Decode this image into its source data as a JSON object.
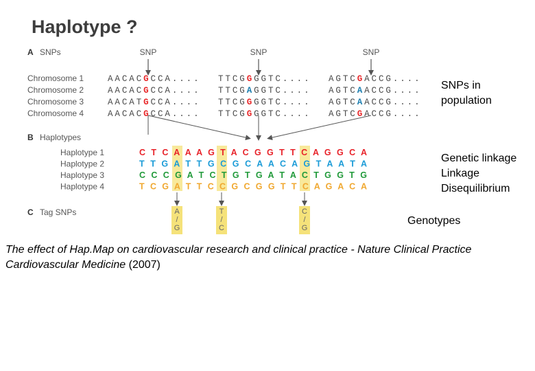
{
  "title": "Haplotype ?",
  "figure": {
    "sections": {
      "a_letter": "A",
      "a_label": "SNPs",
      "b_letter": "B",
      "b_label": "Haplotypes",
      "c_letter": "C",
      "c_label": "Tag SNPs"
    },
    "snp_label": "SNP",
    "chromosomes": [
      {
        "label": "Chromosome 1",
        "seg1": "AACACGCCA....",
        "seg2": "TTCGGGGTC....",
        "seg3": "AGTCGACCG...."
      },
      {
        "label": "Chromosome 2",
        "seg1": "AACACGCCA....",
        "seg2": "TTCGAGGTC....",
        "seg3": "AGTCAACCG...."
      },
      {
        "label": "Chromosome 3",
        "seg1": "AACATGCCA....",
        "seg2": "TTCGGGGTC....",
        "seg3": "AGTCAACCG...."
      },
      {
        "label": "Chromosome 4",
        "seg1": "AACACGCCA....",
        "seg2": "TTCGGGGTC....",
        "seg3": "AGTCGACCG...."
      }
    ],
    "haplotypes": [
      {
        "label": "Haplotype 1",
        "seq": "CTCAAAGTACGGTTCAGGCA"
      },
      {
        "label": "Haplotype 2",
        "seq": "TTGATTGCGCAACAGTAATA"
      },
      {
        "label": "Haplotype 3",
        "seq": "CCCGATCTGTGATACTGGTG"
      },
      {
        "label": "Haplotype 4",
        "seq": "TCGATTCCGCGGTTCAGACA"
      }
    ],
    "tag_snps": [
      {
        "top": "A",
        "slash": "/",
        "bottom": "G"
      },
      {
        "top": "T",
        "slash": "/",
        "bottom": "C"
      },
      {
        "top": "C",
        "slash": "/",
        "bottom": "G"
      }
    ],
    "colors": {
      "snp_highlight": "#e8282a",
      "snp_variant": "#1f7fb0",
      "hap1": "#e8232a",
      "hap2": "#1a9bd7",
      "hap3": "#219a3a",
      "hap4": "#f0a830",
      "tag_column": "#f5e27a",
      "arrows": "#555555"
    }
  },
  "annotations": {
    "snps_in_population": "SNPs in population",
    "genetic_linkage": "Genetic linkage",
    "linkage": "Linkage",
    "disequilibrium": "Disequilibrium",
    "genotypes": "Genotypes"
  },
  "caption": {
    "italic": "The effect of Hap.Map on cardiovascular research and clinical practice - Nature Clinical Practice Cardiovascular Medicine",
    "year": " (2007)"
  }
}
